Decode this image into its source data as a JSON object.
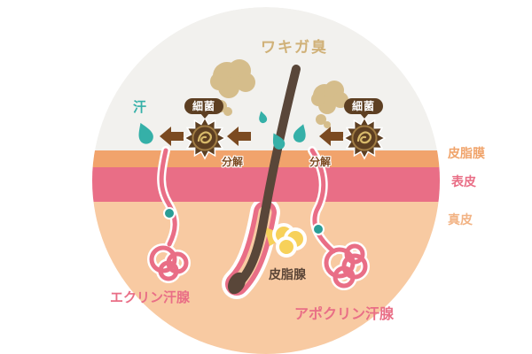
{
  "diagram": {
    "odor_label": "ワキガ臭",
    "sweat_label": "汗",
    "bacteria_label_left": "細菌",
    "bacteria_label_right": "細菌",
    "decompose_label_left": "分解",
    "decompose_label_right": "分解",
    "layers": {
      "sebum_film": "皮脂膜",
      "epidermis": "表皮",
      "dermis": "真皮"
    },
    "glands": {
      "eccrine": "エクリン汗腺",
      "sebaceous": "皮脂腺",
      "apocrine": "アポクリン汗腺"
    }
  },
  "colors": {
    "background": "#ffffff",
    "circle_bg": "#f2f1ee",
    "sebum_film_band": "#f1a36c",
    "epidermis_band": "#e96e86",
    "dermis_band": "#f8caa2",
    "hair": "#594639",
    "gland_pink": "#e96e86",
    "gland_outline": "#ffffff",
    "sebaceous_yellow": "#f7d15a",
    "sweat_teal": "#35b0a8",
    "secretion_dot_teal": "#2a9d96",
    "bacteria_brown": "#5d3f22",
    "bacteria_squiggle_gold": "#d7b96a",
    "odor_cloud_tan": "#d5bd8b",
    "arrow_brown": "#7b4a21",
    "odor_text": "#d0b178",
    "sebum_text": "#f0a36a",
    "dermis_text": "#f2b384",
    "sebaceous_text": "#5a4436"
  }
}
